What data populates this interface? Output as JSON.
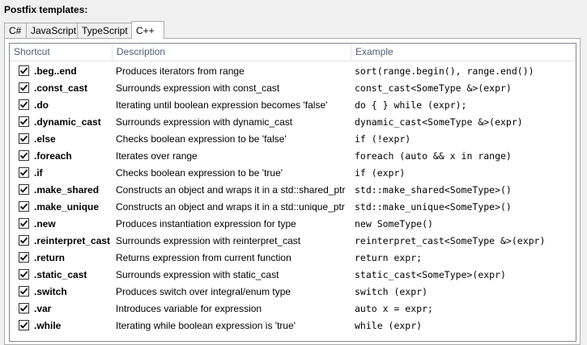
{
  "title": "Postfix templates:",
  "tabs": [
    {
      "label": "C#",
      "active": false
    },
    {
      "label": "JavaScript",
      "active": false
    },
    {
      "label": "TypeScript",
      "active": false
    },
    {
      "label": "C++",
      "active": true
    }
  ],
  "columns": [
    "Shortcut",
    "Description",
    "Example"
  ],
  "rows": [
    {
      "shortcut": ".beg..end",
      "description": "Produces iterators from range",
      "example": "sort(range.begin(), range.end())",
      "checked": true
    },
    {
      "shortcut": ".const_cast",
      "description": "Surrounds expression with const_cast",
      "example": "const_cast<SomeType &>(expr)",
      "checked": true
    },
    {
      "shortcut": ".do",
      "description": "Iterating until boolean expression becomes 'false'",
      "example": "do { } while (expr);",
      "checked": true
    },
    {
      "shortcut": ".dynamic_cast",
      "description": "Surrounds expression with dynamic_cast",
      "example": "dynamic_cast<SomeType &>(expr)",
      "checked": true
    },
    {
      "shortcut": ".else",
      "description": "Checks boolean expression to be 'false'",
      "example": "if (!expr)",
      "checked": true
    },
    {
      "shortcut": ".foreach",
      "description": "Iterates over range",
      "example": "foreach (auto && x in range)",
      "checked": true
    },
    {
      "shortcut": ".if",
      "description": "Checks boolean expression to be 'true'",
      "example": "if (expr)",
      "checked": true
    },
    {
      "shortcut": ".make_shared",
      "description": "Constructs an object and wraps it in a std::shared_ptr",
      "example": "std::make_shared<SomeType>()",
      "checked": true
    },
    {
      "shortcut": ".make_unique",
      "description": "Constructs an object and wraps it in a std::unique_ptr",
      "example": "std::make_unique<SomeType>()",
      "checked": true
    },
    {
      "shortcut": ".new",
      "description": "Produces instantiation expression for type",
      "example": "new SomeType()",
      "checked": true
    },
    {
      "shortcut": ".reinterpret_cast",
      "description": "Surrounds expression with reinterpret_cast",
      "example": "reinterpret_cast<SomeType &>(expr)",
      "checked": true
    },
    {
      "shortcut": ".return",
      "description": "Returns expression from current function",
      "example": "return expr;",
      "checked": true
    },
    {
      "shortcut": ".static_cast",
      "description": "Surrounds expression with static_cast",
      "example": "static_cast<SomeType>(expr)",
      "checked": true
    },
    {
      "shortcut": ".switch",
      "description": "Produces switch over integral/enum type",
      "example": "switch (expr)",
      "checked": true
    },
    {
      "shortcut": ".var",
      "description": "Introduces variable for expression",
      "example": "auto x = expr;",
      "checked": true
    },
    {
      "shortcut": ".while",
      "description": "Iterating while boolean expression is 'true'",
      "example": "while (expr)",
      "checked": true
    }
  ]
}
